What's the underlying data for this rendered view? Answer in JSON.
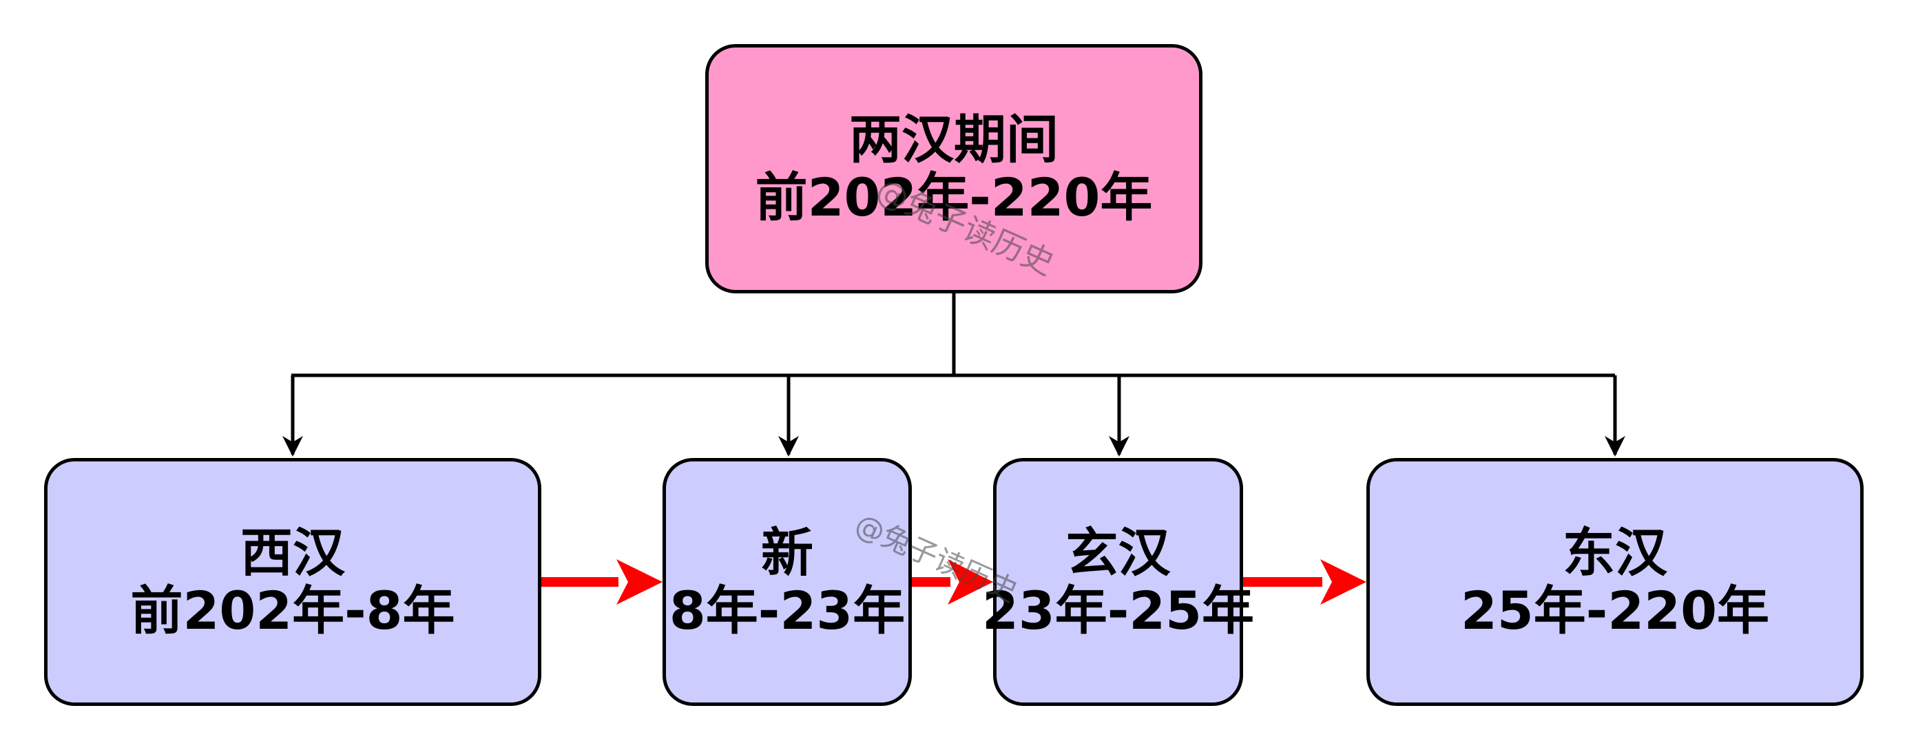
{
  "diagram": {
    "root": {
      "title": "两汉期间",
      "period": "前202年-220年",
      "fill": "#ff99cc"
    },
    "periods": [
      {
        "title": "西汉",
        "period": "前202年-8年"
      },
      {
        "title": "新",
        "period": "8年-23年"
      },
      {
        "title": "玄汉",
        "period": "23年-25年"
      },
      {
        "title": "东汉",
        "period": "25年-220年"
      }
    ],
    "period_fill": "#ccccff",
    "sequence_arrow_color": "#ff0000",
    "tree_line_color": "#000000"
  },
  "watermark": {
    "text_1": "@兔子读历史",
    "text_2": "@兔子读历史"
  }
}
